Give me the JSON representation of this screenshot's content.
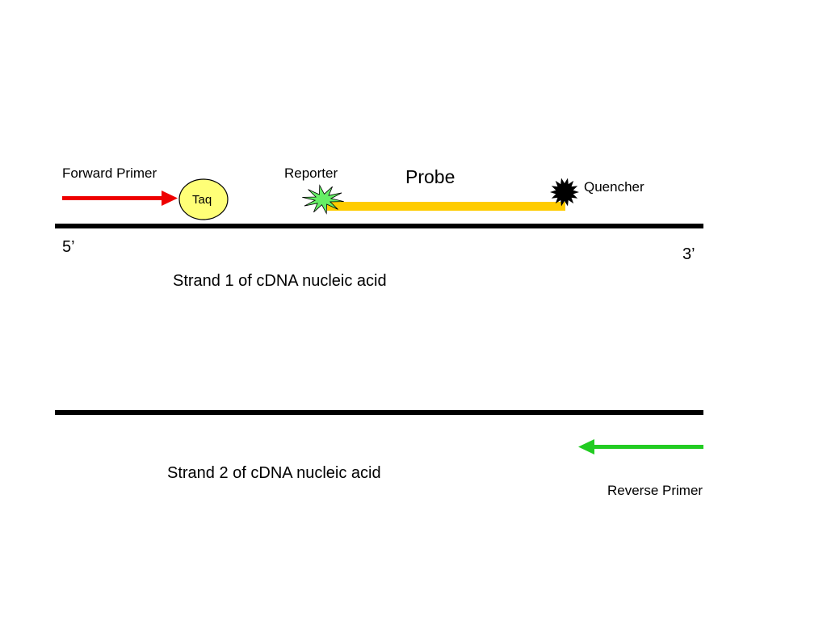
{
  "labels": {
    "forward_primer": "Forward Primer",
    "taq": "Taq",
    "reporter": "Reporter",
    "probe": "Probe",
    "quencher": "Quencher",
    "five_prime": "5’",
    "three_prime": "3’",
    "strand1": "Strand 1 of cDNA nucleic acid",
    "strand2": "Strand 2 of cDNA nucleic acid",
    "reverse_primer": "Reverse Primer"
  },
  "colors": {
    "strand": "#000000",
    "forward_primer": "#ee0000",
    "reverse_primer": "#22cc22",
    "taq_fill": "#ffff77",
    "probe": "#ffcc00",
    "reporter": "#66ee66",
    "quencher": "#000000"
  },
  "icons": {
    "reporter": "starburst",
    "quencher": "starburst",
    "taq": "ellipse"
  }
}
